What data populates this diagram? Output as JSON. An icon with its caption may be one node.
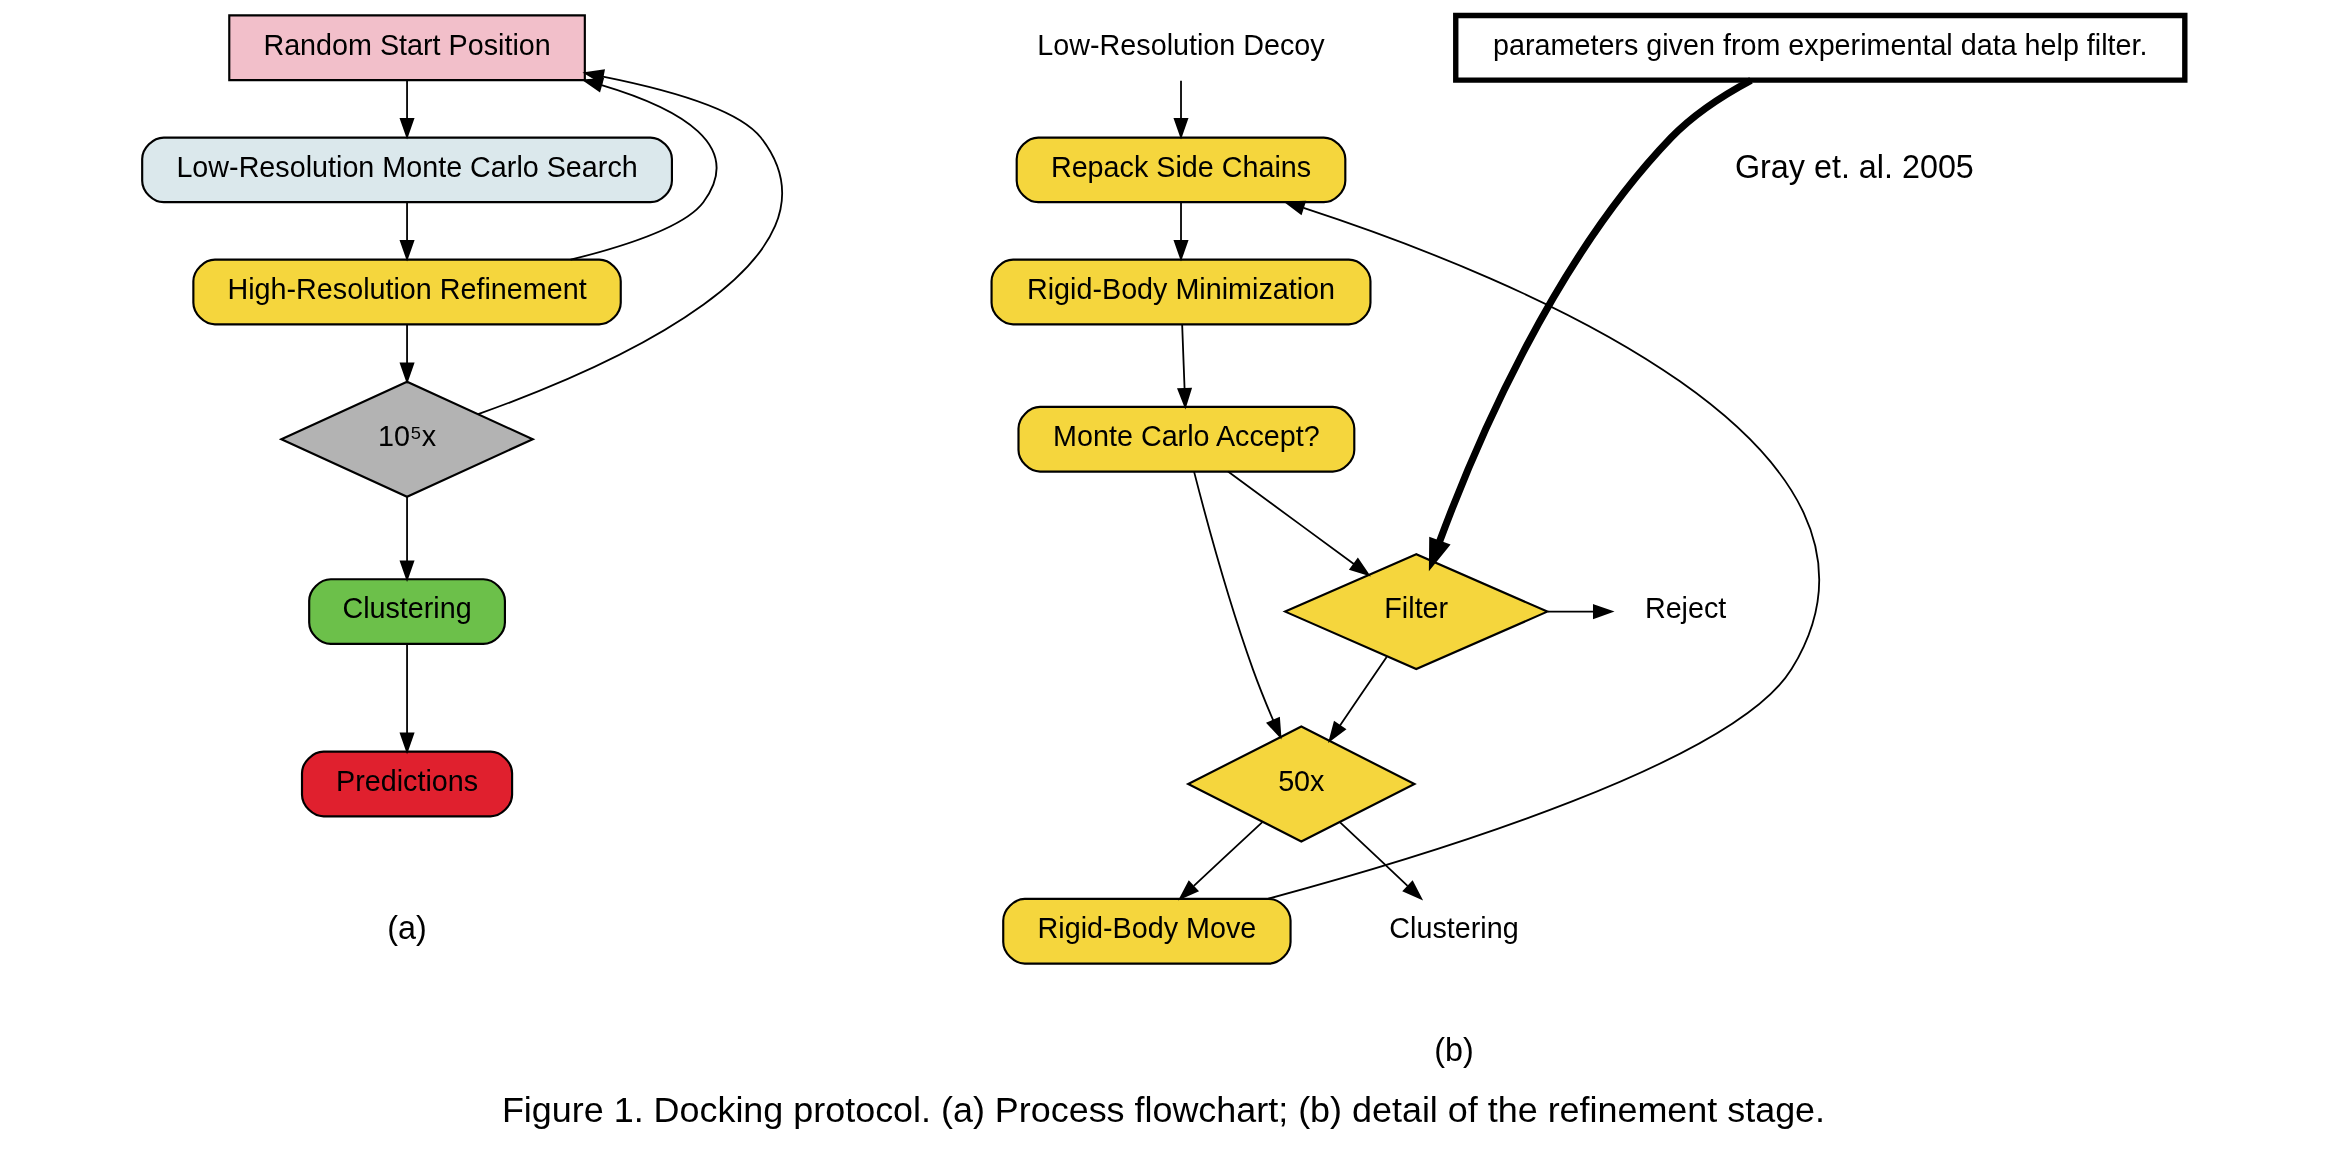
{
  "diagram": {
    "caption": "Figure 1. Docking protocol. (a) Process flowchart; (b) detail of the refinement stage.",
    "nodes": [
      {
        "text": [
          "Random Start Position"
        ]
      },
      {
        "text": [
          "Low-Resolution Monte Carlo Search"
        ]
      },
      {
        "text": [
          "High-Resolution Refinement"
        ]
      },
      {
        "text": [
          "10⁵x"
        ]
      },
      {
        "text": [
          "Clustering"
        ]
      },
      {
        "text": [
          "Predictions"
        ]
      },
      {
        "text": [
          "Low-Resolution Decoy"
        ]
      },
      {
        "text": [
          "Repack Side Chains"
        ]
      },
      {
        "text": [
          "Rigid-Body Minimization"
        ]
      },
      {
        "text": [
          "Monte Carlo Accept?"
        ]
      },
      {
        "text": [
          "Filter"
        ]
      },
      {
        "text": [
          "Reject"
        ]
      },
      {
        "text": [
          "50x"
        ]
      },
      {
        "text": [
          "Rigid-Body Move"
        ]
      },
      {
        "text": [
          "Clustering"
        ]
      },
      {
        "text": [
          "parameters given from experimental data help filter."
        ]
      }
    ],
    "edges": [
      {
        "from": 0,
        "to": 1,
        "arrow": "to"
      },
      {
        "from": 1,
        "to": 2,
        "arrow": "to"
      },
      {
        "from": 2,
        "to": 3,
        "arrow": "to"
      },
      {
        "from": 3,
        "to": 4,
        "arrow": "to"
      },
      {
        "from": 4,
        "to": 5,
        "arrow": "to"
      },
      {
        "from": 3,
        "to": 0,
        "arrow": "to"
      },
      {
        "from": 2,
        "to": 0,
        "arrow": "to"
      },
      {
        "from": 6,
        "to": 7,
        "arrow": "to"
      },
      {
        "from": 7,
        "to": 8,
        "arrow": "to"
      },
      {
        "from": 8,
        "to": 9,
        "arrow": "to"
      },
      {
        "from": 9,
        "to": 10,
        "arrow": "to"
      },
      {
        "from": 9,
        "to": 12,
        "arrow": "to"
      },
      {
        "from": 10,
        "to": 12,
        "arrow": "to"
      },
      {
        "from": 10,
        "to": 11,
        "arrow": "to"
      },
      {
        "from": 12,
        "to": 13,
        "arrow": "to"
      },
      {
        "from": 13,
        "to": 7,
        "arrow": "to"
      },
      {
        "from": 12,
        "to": 14,
        "arrow": "to"
      },
      {
        "from": 15,
        "to": 10,
        "arrow": "to",
        "style": "thick"
      }
    ],
    "labels": [
      "(a)",
      "(b)",
      "Gray et. al. 2005"
    ]
  }
}
